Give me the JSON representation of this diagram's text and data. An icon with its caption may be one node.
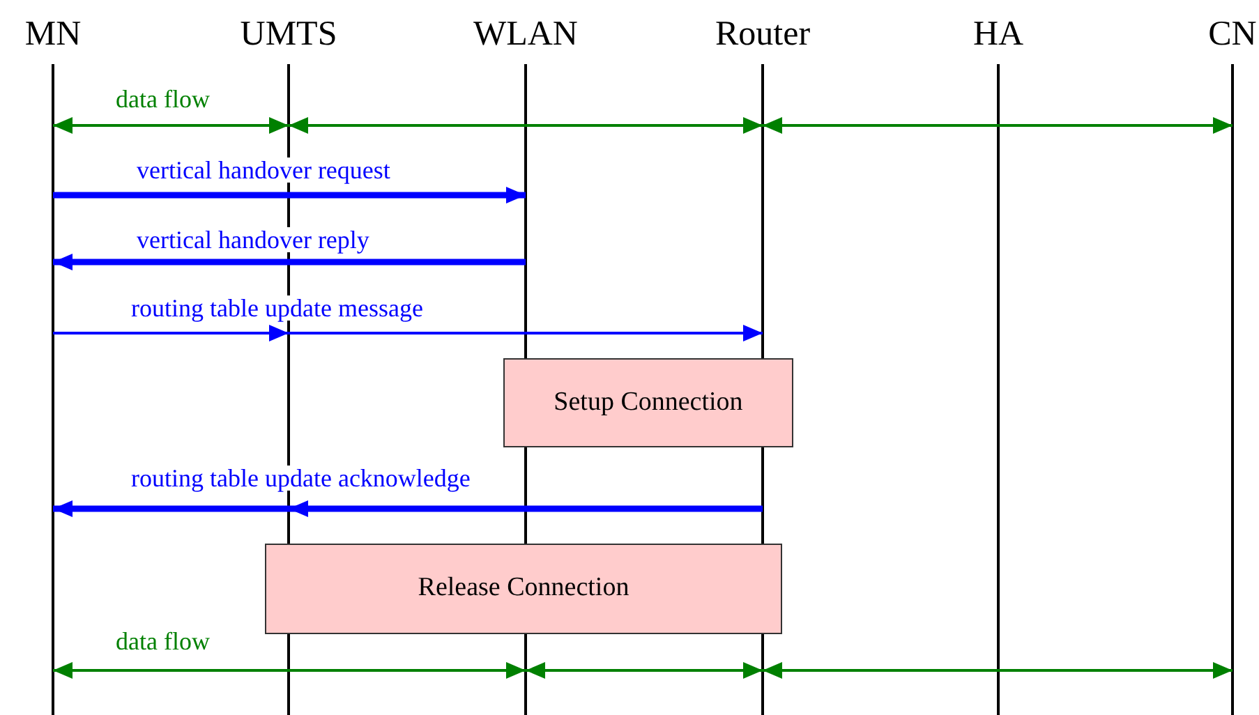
{
  "diagram": {
    "nodes": [
      {
        "text": [],
        "shape": "bar",
        "beside": [
          "MN"
        ]
      },
      {
        "text": [],
        "shape": "bar",
        "beside": [
          "UMTS"
        ]
      },
      {
        "text": [],
        "shape": "bar",
        "beside": [
          "WLAN"
        ]
      },
      {
        "text": [],
        "shape": "bar",
        "beside": [
          "Router"
        ]
      },
      {
        "text": [],
        "shape": "bar",
        "beside": [
          "HA"
        ]
      },
      {
        "text": [],
        "shape": "bar",
        "beside": [
          "CN"
        ]
      },
      {
        "text": [
          "Setup Connection"
        ]
      },
      {
        "text": [
          "Release Connection"
        ]
      }
    ],
    "edges": [
      {
        "from": 0,
        "to": 1,
        "arrow": "both",
        "label": "data flow",
        "color": "#008000"
      },
      {
        "from": 1,
        "to": 3,
        "arrow": "both",
        "color": "#008000"
      },
      {
        "from": 3,
        "to": 5,
        "arrow": "both",
        "color": "#008000"
      },
      {
        "from": 0,
        "to": 2,
        "arrow": "to",
        "label": "vertical handover request",
        "style": "thick",
        "color": "#0000ff"
      },
      {
        "from": 2,
        "to": 0,
        "arrow": "to",
        "label": "vertical handover reply",
        "style": "thick",
        "color": "#0000ff"
      },
      {
        "from": 0,
        "to": 1,
        "arrow": "to",
        "label": "routing table update message",
        "color": "#0000ff"
      },
      {
        "from": 1,
        "to": 3,
        "arrow": "to",
        "color": "#0000ff"
      },
      {
        "from": 3,
        "to": 1,
        "arrow": "to",
        "label": "routing table update acknowledge",
        "style": "thick",
        "color": "#0000ff"
      },
      {
        "from": 1,
        "to": 0,
        "arrow": "to",
        "style": "thick",
        "color": "#0000ff"
      },
      {
        "from": 0,
        "to": 2,
        "arrow": "both",
        "label": "data flow",
        "color": "#008000"
      },
      {
        "from": 2,
        "to": 3,
        "arrow": "both",
        "color": "#008000"
      },
      {
        "from": 3,
        "to": 5,
        "arrow": "both",
        "color": "#008000"
      }
    ]
  }
}
